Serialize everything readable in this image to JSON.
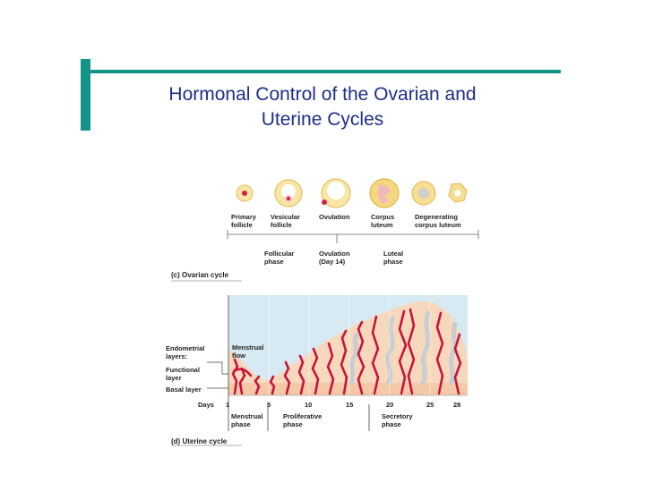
{
  "slide": {
    "title_line1": "Hormonal Control of the Ovarian and",
    "title_line2": "Uterine Cycles"
  },
  "ovarian": {
    "caption": "(c) Ovarian cycle",
    "stages": [
      "Primary\nfollicle",
      "Vesicular\nfollicle",
      "Ovulation",
      "Corpus\nluteum",
      "Degenerating\ncorpus luteum"
    ],
    "phases": [
      "Follicular\nphase",
      "Ovulation\n(Day 14)",
      "Luteal\nphase"
    ]
  },
  "uterine": {
    "caption": "(d) Uterine cycle",
    "layers_title": "Endometrial\nlayers:",
    "functional": "Functional\nlayer",
    "basal": "Basal layer",
    "menstrual_flow": "Menstrual\nflow",
    "days_label": "Days",
    "days": [
      "1",
      "5",
      "10",
      "15",
      "20",
      "25",
      "28"
    ],
    "phases": [
      "Menstrual\nphase",
      "Proliferative\nphase",
      "Secretory\nphase"
    ]
  },
  "colors": {
    "accent": "#129387",
    "title": "#1f2d8a",
    "vessel": "#c8143c",
    "tissue": "#f6d9bc",
    "sky": "#d7e9f3"
  }
}
